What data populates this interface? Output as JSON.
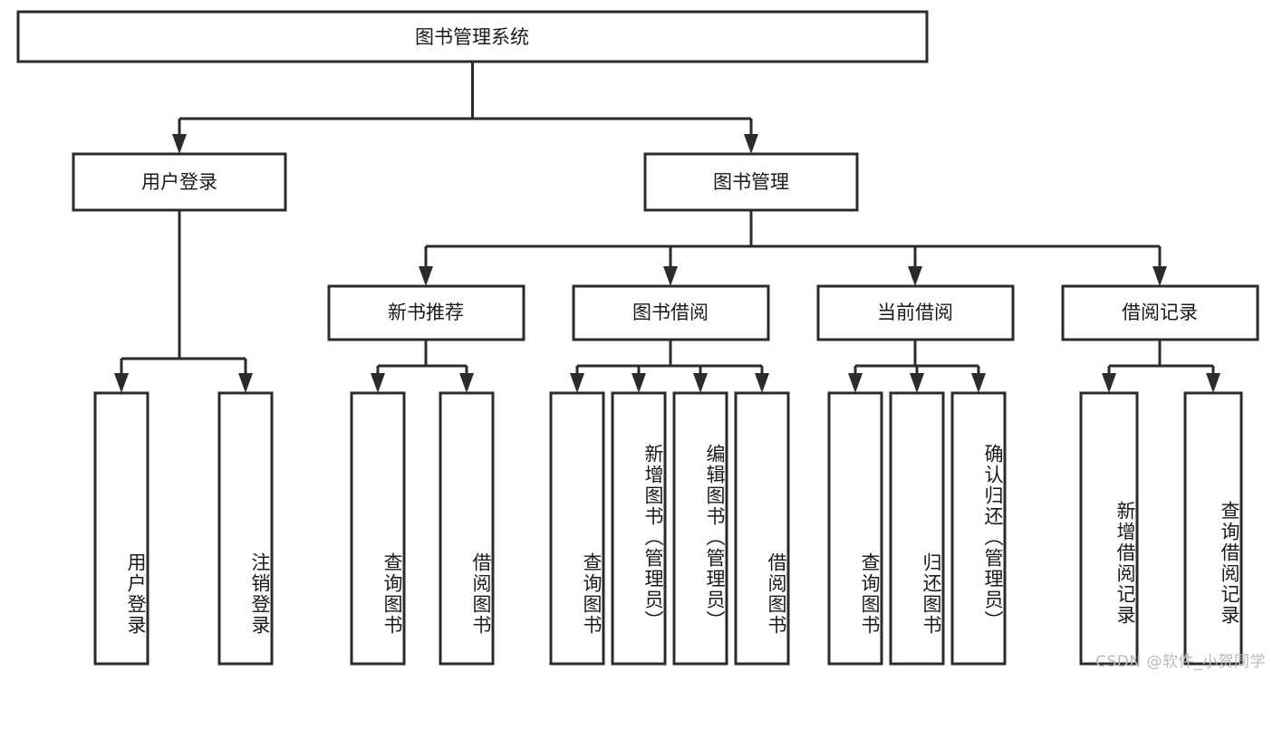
{
  "diagram": {
    "type": "tree",
    "title": "图书管理系统",
    "watermark": "CSDN @软件_小贺同学",
    "root": {
      "id": "root",
      "label": "图书管理系统",
      "orientation": "horizontal"
    },
    "level2": [
      {
        "id": "user-login",
        "label": "用户登录",
        "orientation": "horizontal"
      },
      {
        "id": "book-manage",
        "label": "图书管理",
        "orientation": "horizontal"
      }
    ],
    "level3": [
      {
        "id": "new-book-recommend",
        "label": "新书推荐",
        "parent": "book-manage",
        "orientation": "horizontal"
      },
      {
        "id": "book-borrow",
        "label": "图书借阅",
        "parent": "book-manage",
        "orientation": "horizontal"
      },
      {
        "id": "current-borrow",
        "label": "当前借阅",
        "parent": "book-manage",
        "orientation": "horizontal"
      },
      {
        "id": "borrow-record",
        "label": "借阅记录",
        "parent": "book-manage",
        "orientation": "horizontal"
      }
    ],
    "leaves": [
      {
        "id": "leaf-user-login",
        "label": "用户登录",
        "parent": "user-login",
        "orientation": "vertical"
      },
      {
        "id": "leaf-logout-login",
        "label": "注销登录",
        "parent": "user-login",
        "orientation": "vertical"
      },
      {
        "id": "leaf-query-book-1",
        "label": "查询图书",
        "parent": "new-book-recommend",
        "orientation": "vertical"
      },
      {
        "id": "leaf-borrow-book-1",
        "label": "借阅图书",
        "parent": "new-book-recommend",
        "orientation": "vertical"
      },
      {
        "id": "leaf-query-book-2",
        "label": "查询图书",
        "parent": "book-borrow",
        "orientation": "vertical"
      },
      {
        "id": "leaf-add-book",
        "label": "新增图书（管理员）",
        "parent": "book-borrow",
        "orientation": "vertical"
      },
      {
        "id": "leaf-edit-book",
        "label": "编辑图书（管理员）",
        "parent": "book-borrow",
        "orientation": "vertical"
      },
      {
        "id": "leaf-borrow-book-2",
        "label": "借阅图书",
        "parent": "book-borrow",
        "orientation": "vertical"
      },
      {
        "id": "leaf-query-book-3",
        "label": "查询图书",
        "parent": "current-borrow",
        "orientation": "vertical"
      },
      {
        "id": "leaf-return-book",
        "label": "归还图书",
        "parent": "current-borrow",
        "orientation": "vertical"
      },
      {
        "id": "leaf-confirm-return",
        "label": "确认归还（管理员）",
        "parent": "current-borrow",
        "orientation": "vertical"
      },
      {
        "id": "leaf-add-record",
        "label": "新增借阅记录",
        "parent": "borrow-record",
        "orientation": "vertical"
      },
      {
        "id": "leaf-query-record",
        "label": "查询借阅记录",
        "parent": "borrow-record",
        "orientation": "vertical"
      }
    ],
    "colors": {
      "stroke": "#2b2b2b",
      "fill": "#ffffff",
      "text": "#1a1a1a",
      "watermark": "#b9b9b9",
      "background": "#ffffff"
    }
  }
}
